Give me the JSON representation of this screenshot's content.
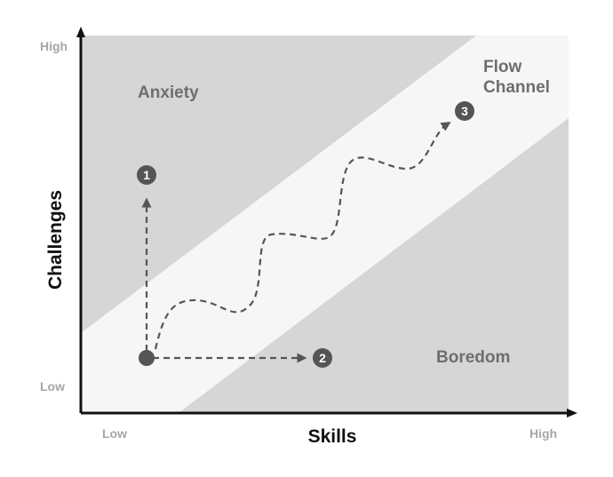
{
  "axes": {
    "y_title": "Challenges",
    "x_title": "Skills",
    "y_high": "High",
    "y_low": "Low",
    "x_low": "Low",
    "x_high": "High"
  },
  "regions": {
    "anxiety": "Anxiety",
    "flow_line1": "Flow",
    "flow_line2": "Channel",
    "boredom": "Boredom"
  },
  "markers": {
    "one": "1",
    "two": "2",
    "three": "3"
  },
  "colors": {
    "zone": "#d6d6d6",
    "flow_band": "#f6f6f6",
    "axis": "#111111",
    "path": "#555555",
    "marker": "#555555"
  }
}
